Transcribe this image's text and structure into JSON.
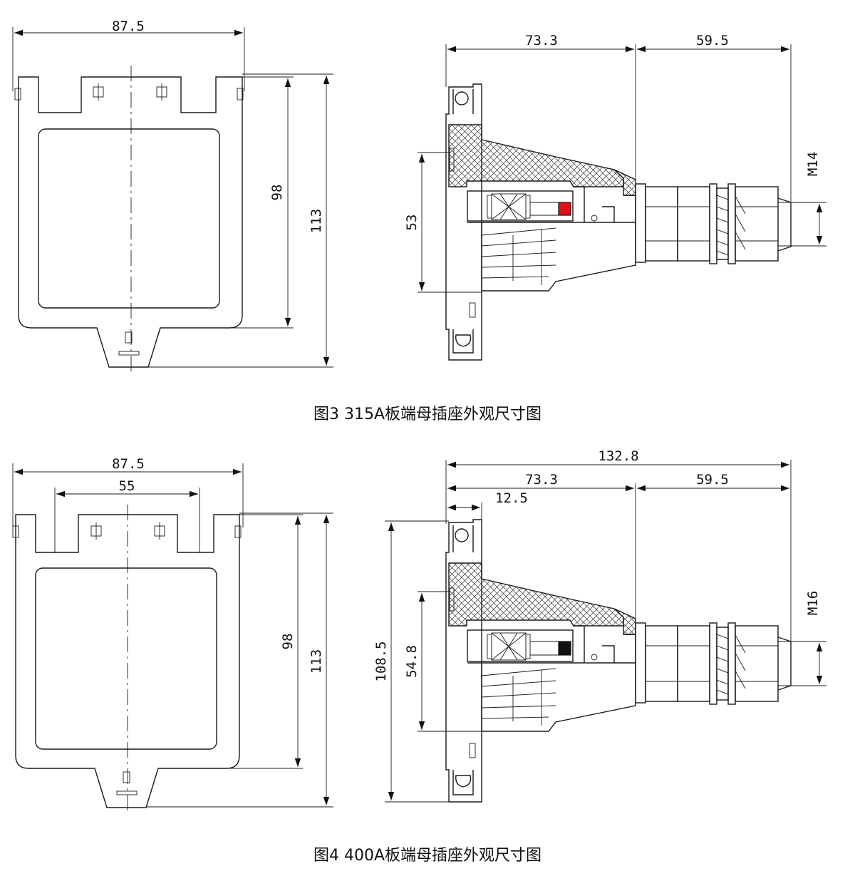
{
  "figure3": {
    "caption": "图3 315A板端母插座外观尺寸图",
    "dims": {
      "front_width": "87.5",
      "front_h98": "98",
      "front_h113": "113",
      "side_left": "73.3",
      "side_right": "59.5",
      "side_53": "53",
      "thread": "M14"
    },
    "indicator_color": "#e0101a"
  },
  "figure4": {
    "caption": "图4 400A板端母插座外观尺寸图",
    "dims": {
      "front_width": "87.5",
      "front_55": "55",
      "front_h98": "98",
      "front_h113": "113",
      "side_total": "132.8",
      "side_left": "73.3",
      "side_right": "59.5",
      "side_12_5": "12.5",
      "side_108_5": "108.5",
      "side_54_8": "54.8",
      "thread": "M16"
    },
    "indicator_color": "#111111"
  }
}
